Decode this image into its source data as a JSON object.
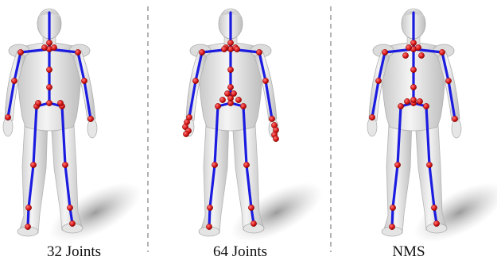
{
  "panels": [
    {
      "caption": "32 Joints",
      "variant": "32"
    },
    {
      "caption": "64 Joints",
      "variant": "64"
    },
    {
      "caption": "NMS",
      "variant": "nms"
    }
  ],
  "colors": {
    "bone": "#1c1ce0",
    "joint": "#d81a1a",
    "figure": "#e9e9e9",
    "separator": "#8a8a8a"
  }
}
